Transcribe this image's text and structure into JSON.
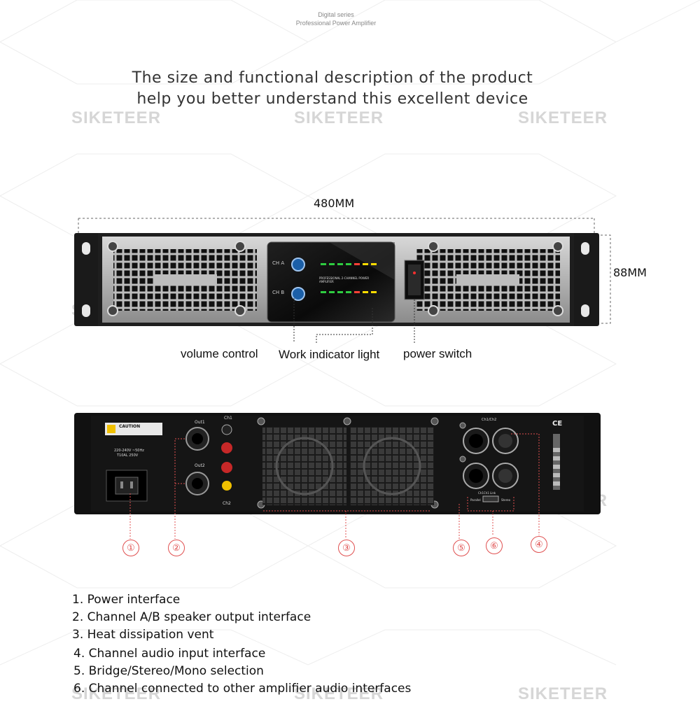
{
  "header": {
    "series_line1": "Digital series",
    "series_line2": "Professional Power Amplifier"
  },
  "headline": {
    "line1": "The size and functional description of the product",
    "line2": "help you better understand this excellent device"
  },
  "watermark": "SIKETEER",
  "dimensions": {
    "width": "480MM",
    "height": "88MM"
  },
  "front_panel": {
    "channel_a": "CH A",
    "channel_b": "CH B",
    "model_text": "PROFESSIONAL 2-CHANNEL POWER AMPLIFIER",
    "callouts": {
      "volume": "volume control",
      "indicator": "Work indicator light",
      "power": "power switch"
    }
  },
  "rear_panel": {
    "caution": "CAUTION",
    "voltage": "220-240V ~50Hz",
    "fuse": "T10AL 250V",
    "out1": "Out1",
    "out2": "Out2",
    "ch1": "Ch1",
    "ch2": "Ch2",
    "input_label": "Ch1/Ch2",
    "parallel": "Parallel",
    "stereo": "Stereo",
    "link": "Ch1Ch1 Link",
    "ce": "CE"
  },
  "markers": [
    "①",
    "②",
    "③",
    "④",
    "⑤",
    "⑥"
  ],
  "legend": [
    "1. Power interface",
    "2. Channel A/B speaker output interface",
    "3. Heat dissipation vent",
    "4. Channel audio input interface",
    "5. Bridge/Stereo/Mono selection",
    "6. Channel connected to other amplifier audio interfaces"
  ],
  "colors": {
    "accent_red": "#e05050",
    "chassis_dark": "#1a1a1a",
    "panel_silver": "#9a9a9a"
  }
}
